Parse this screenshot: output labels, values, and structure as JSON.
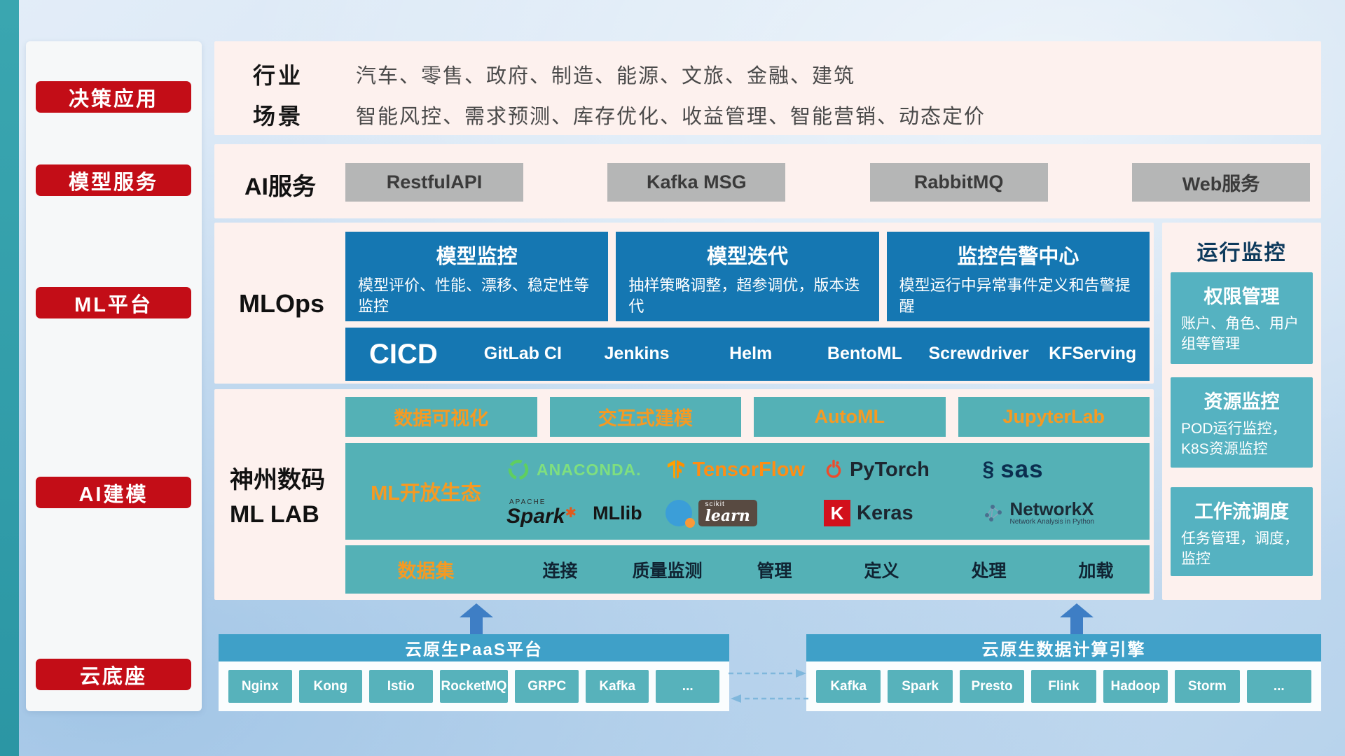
{
  "colors": {
    "accent_red": "#c30d17",
    "mlops_blue": "#1577b2",
    "teal": "#54b1b6",
    "monitor_teal": "#55b2c1",
    "header_blue": "#3fa0c8",
    "orange": "#f59a23",
    "gray_button": "#b5b6b6"
  },
  "sidebar": {
    "items": [
      "决策应用",
      "模型服务",
      "ML平台",
      "AI建模",
      "云底座"
    ]
  },
  "industry": {
    "rows": [
      {
        "label": "行业",
        "text": "汽车、零售、政府、制造、能源、文旅、金融、建筑"
      },
      {
        "label": "场景",
        "text": "智能风控、需求预测、库存优化、收益管理、智能营销、动态定价"
      }
    ]
  },
  "ai_service": {
    "label": "AI服务",
    "buttons": [
      "RestfulAPI",
      "Kafka MSG",
      "RabbitMQ",
      "Web服务"
    ]
  },
  "mlops": {
    "label": "MLOps",
    "cards": [
      {
        "title": "模型监控",
        "desc": "模型评价、性能、漂移、稳定性等监控"
      },
      {
        "title": "模型迭代",
        "desc": "抽样策略调整，超参调优，版本迭代"
      },
      {
        "title": "监控告警中心",
        "desc": "模型运行中异常事件定义和告警提醒"
      }
    ],
    "cicd_label": "CICD",
    "cicd_tools": [
      "GitLab CI",
      "Jenkins",
      "Helm",
      "BentoML",
      "Screwdriver",
      "KFServing"
    ]
  },
  "monitor": {
    "title": "运行监控",
    "cards": [
      {
        "title": "权限管理",
        "desc": "账户、角色、用户组等管理"
      },
      {
        "title": "资源监控",
        "desc": "POD运行监控，K8S资源监控"
      },
      {
        "title": "工作流调度",
        "desc": "任务管理，调度，监控"
      }
    ]
  },
  "mllab": {
    "label_line1": "神州数码",
    "label_line2": "ML LAB",
    "tool_buttons": [
      "数据可视化",
      "交互式建模",
      "AutoML",
      "JupyterLab"
    ],
    "eco_label": "ML开放生态",
    "logos": {
      "anaconda": "ANACONDA.",
      "tensorflow": "TensorFlow",
      "pytorch": "PyTorch",
      "sas_mark": "§",
      "sas": "sas",
      "apache": "APACHE",
      "spark": "Spark",
      "spark_star": "✱",
      "mllib": "MLlib",
      "scikit": "scikit",
      "learn": "learn",
      "keras_k": "K",
      "keras": "Keras",
      "networkx": "NetworkX",
      "networkx_sub": "Network Analysis in Python"
    },
    "data_row": {
      "label": "数据集",
      "items": [
        "连接",
        "质量监测",
        "管理",
        "定义",
        "处理",
        "加载"
      ]
    }
  },
  "cloud": {
    "paas_title": "云原生PaaS平台",
    "paas_buttons": [
      "Nginx",
      "Kong",
      "Istio",
      "RocketMQ",
      "GRPC",
      "Kafka",
      "..."
    ],
    "engine_title": "云原生数据计算引擎",
    "engine_buttons": [
      "Kafka",
      "Spark",
      "Presto",
      "Flink",
      "Hadoop",
      "Storm",
      "..."
    ]
  }
}
